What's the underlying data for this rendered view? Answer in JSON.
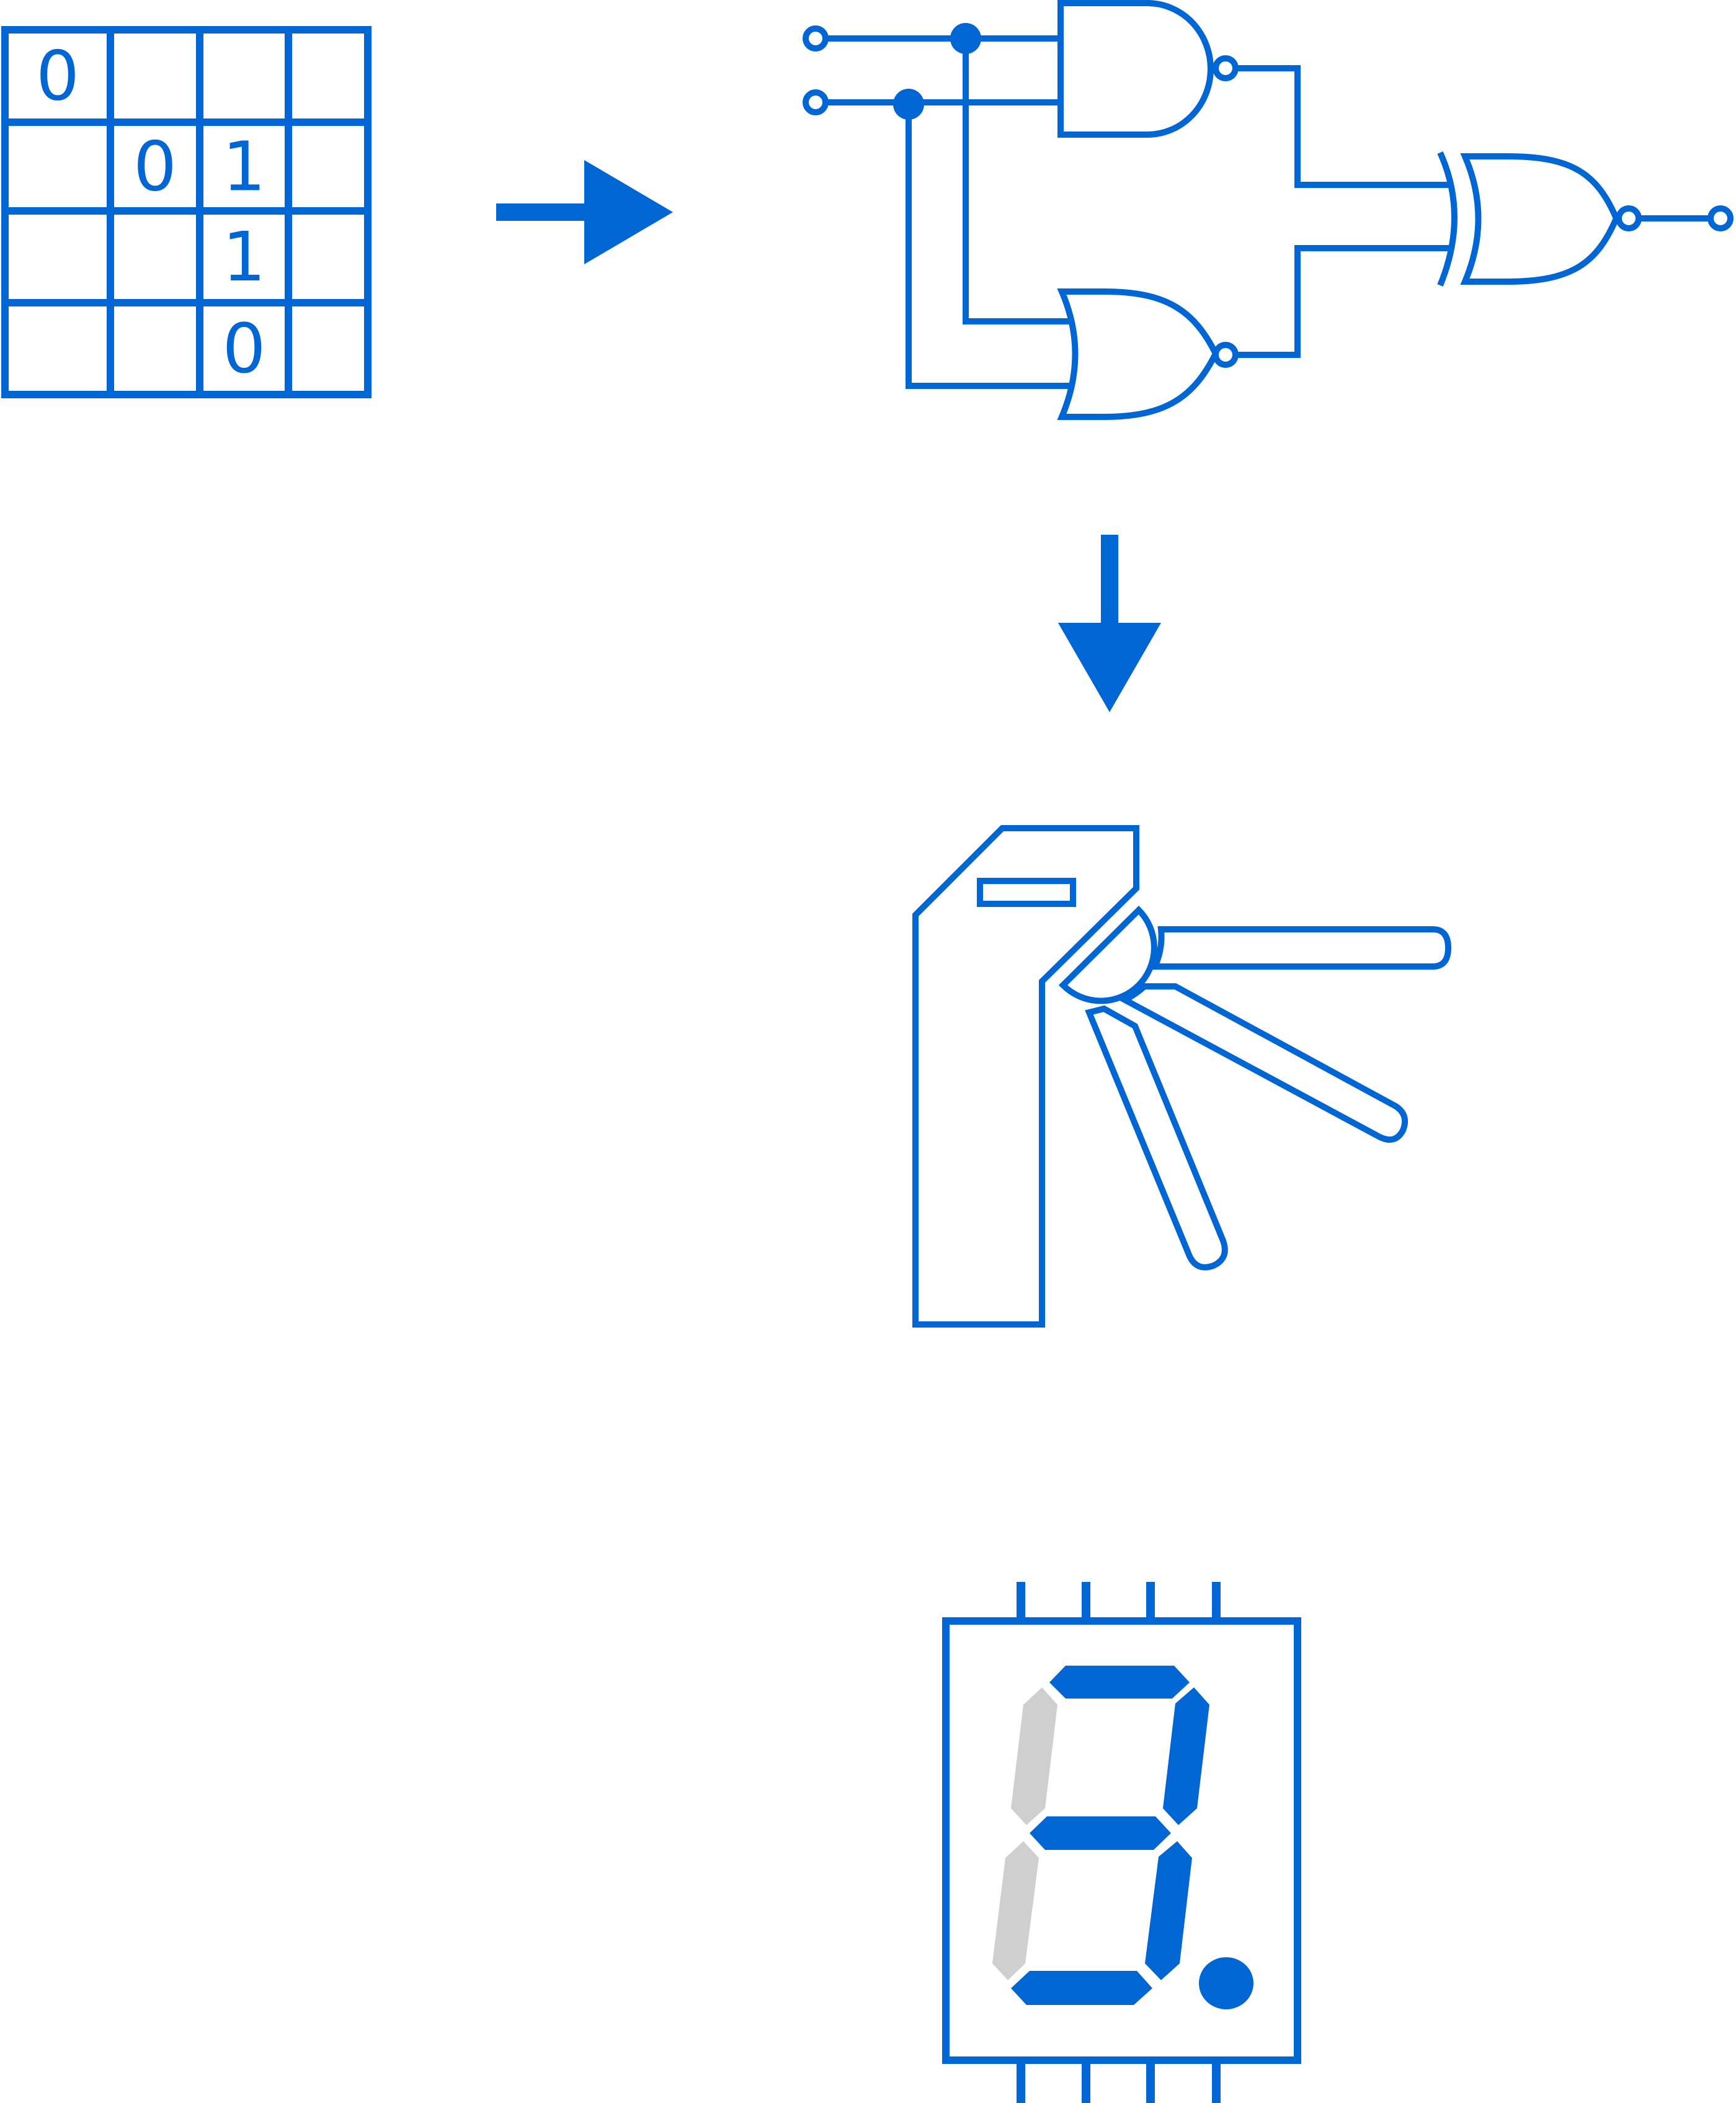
{
  "colors": {
    "primary": "#0066d4",
    "segment_off": "#cfcfcf",
    "background": "#ffffff"
  },
  "truth_table": {
    "rows": [
      [
        "0",
        "",
        "",
        ""
      ],
      [
        "",
        "0",
        "1",
        ""
      ],
      [
        "",
        "",
        "1",
        ""
      ],
      [
        "",
        "",
        "0",
        ""
      ]
    ]
  },
  "logic_circuit": {
    "gates": [
      "nand-gate",
      "nor-gate",
      "xnor-gate"
    ],
    "inputs": 2,
    "outputs": 1
  },
  "turnstile": {
    "icon": "turnstile-icon"
  },
  "seven_segment": {
    "segments_on": {
      "a": true,
      "b": true,
      "c": true,
      "d": true,
      "e": false,
      "f": false,
      "g": true,
      "dp": true
    }
  }
}
